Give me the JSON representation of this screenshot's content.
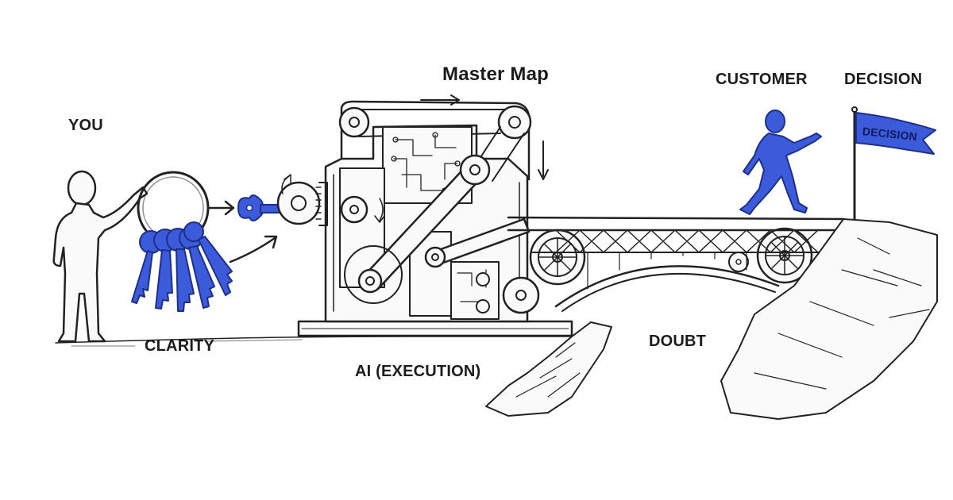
{
  "labels": {
    "you": "YOU",
    "clarity": "CLARITY",
    "master_map": "Master Map",
    "ai_execution": "AI (EXECUTION)",
    "doubt": "DOUBT",
    "customer": "CUSTOMER",
    "decision": "DECISION",
    "flag_text": "DECISION"
  },
  "colors": {
    "accent_blue": "#3b5bdb",
    "accent_blue_dark": "#1e2f8a",
    "ink": "#222222",
    "background": "#ffffff"
  }
}
